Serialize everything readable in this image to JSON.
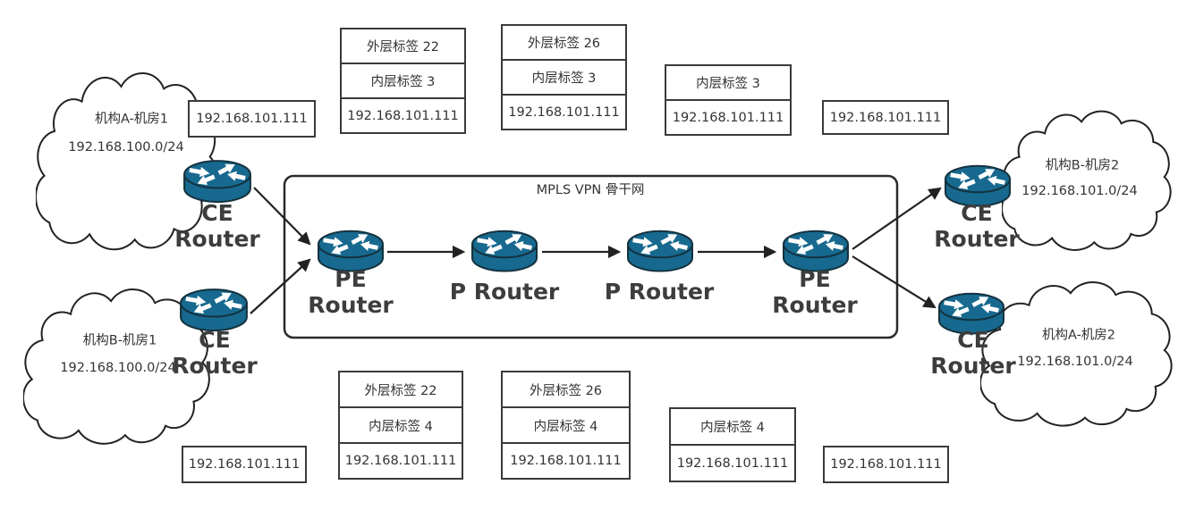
{
  "title": "MPLS VPN 骨干网",
  "clouds": [
    {
      "name": "机构A-机房1",
      "subnet": "192.168.100.0/24"
    },
    {
      "name": "机构B-机房1",
      "subnet": "192.168.100.0/24"
    },
    {
      "name": "机构B-机房2",
      "subnet": "192.168.101.0/24"
    },
    {
      "name": "机构A-机房2",
      "subnet": "192.168.101.0/24"
    }
  ],
  "router_labels": {
    "ce": "CE",
    "pe": "PE",
    "router": "Router",
    "p": "P Router"
  },
  "labels": {
    "top": [
      {
        "rows": [
          "192.168.101.111"
        ]
      },
      {
        "rows": [
          "外层标签 22",
          "内层标签 3",
          "192.168.101.111"
        ]
      },
      {
        "rows": [
          "外层标签 26",
          "内层标签 3",
          "192.168.101.111"
        ]
      },
      {
        "rows": [
          "内层标签 3",
          "192.168.101.111"
        ]
      },
      {
        "rows": [
          "192.168.101.111"
        ]
      }
    ],
    "bottom": [
      {
        "rows": [
          "192.168.101.111"
        ]
      },
      {
        "rows": [
          "外层标签 22",
          "内层标签 4",
          "192.168.101.111"
        ]
      },
      {
        "rows": [
          "外层标签 26",
          "内层标签 4",
          "192.168.101.111"
        ]
      },
      {
        "rows": [
          "内层标签 4",
          "192.168.101.111"
        ]
      },
      {
        "rows": [
          "192.168.101.111"
        ]
      }
    ]
  },
  "colors": {
    "router_fill": "#17698F",
    "router_outline": "#14323F",
    "line": "#222222",
    "border": "#3a3a3a",
    "text": "#333333"
  }
}
